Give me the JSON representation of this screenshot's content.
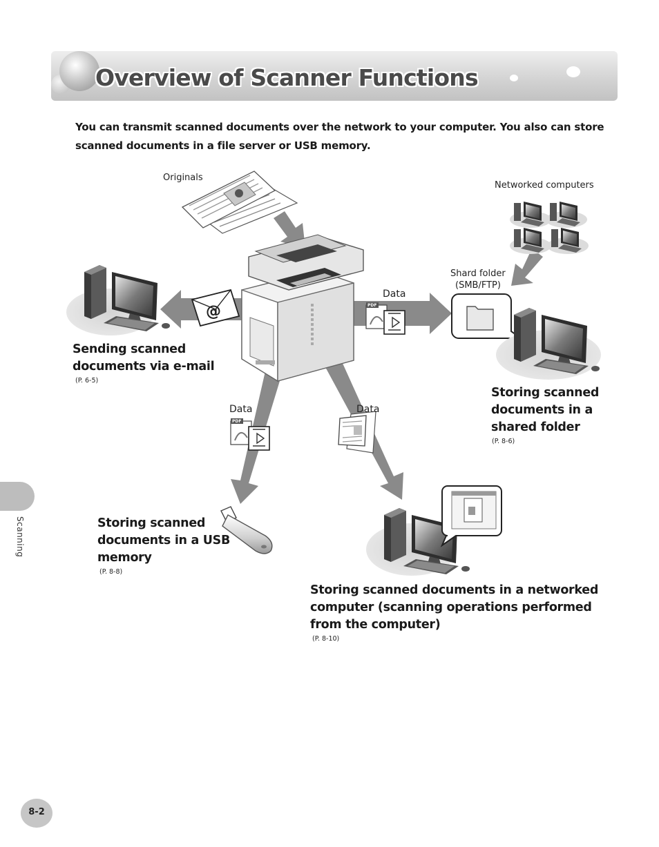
{
  "page": {
    "title": "Overview of Scanner Functions",
    "intro": "You can transmit scanned documents over the network to your computer. You also can store scanned documents in a file server or USB memory.",
    "side_tab": "Scanning",
    "page_number": "8-2"
  },
  "labels": {
    "originals": "Originals",
    "networked_computers": "Networked computers",
    "shared_folder_line1": "Shard folder",
    "shared_folder_line2": "(SMB/FTP)",
    "data_right": "Data",
    "data_left": "Data",
    "data_center": "Data",
    "pdf_badge": "PDF"
  },
  "functions": {
    "email": {
      "line1": "Sending scanned",
      "line2": "documents via e-mail",
      "ref": "(P. 6-5)"
    },
    "shared_folder": {
      "line1": "Storing scanned",
      "line2": "documents in a",
      "line3": "shared folder",
      "ref": "(P. 8-6)"
    },
    "usb": {
      "line1": "Storing scanned",
      "line2": "documents in a USB",
      "line3": "memory",
      "ref": "(P. 8-8)"
    },
    "networked": {
      "line1": "Storing scanned documents in a networked",
      "line2": "computer (scanning operations performed",
      "line3": "from the computer)",
      "ref": "(P. 8-10)"
    }
  },
  "colors": {
    "arrow": "#8a8a8a",
    "banner_light": "#eeeeee",
    "banner_dark": "#c2c2c2",
    "title_text": "#4a4a4a"
  },
  "icons": [
    "printer-icon",
    "email-envelope-icon",
    "desktop-computer-icon",
    "folder-icon",
    "usb-memory-icon",
    "pdf-file-icon",
    "document-icon",
    "network-computer-icon"
  ]
}
